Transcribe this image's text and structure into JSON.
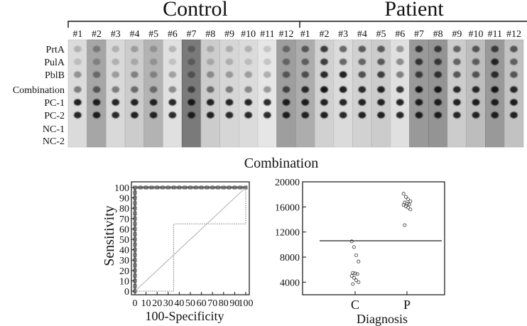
{
  "blot": {
    "groups": [
      {
        "label": "Control",
        "strips": [
          "#1",
          "#2",
          "#3",
          "#4",
          "#5",
          "#6",
          "#7",
          "#8",
          "#9",
          "#10",
          "#11",
          "#12"
        ]
      },
      {
        "label": "Patient",
        "strips": [
          "#1",
          "#2",
          "#3",
          "#4",
          "#5",
          "#6",
          "#7",
          "#8",
          "#9",
          "#10",
          "#11",
          "#12"
        ]
      }
    ],
    "rows": [
      "PrtA",
      "PulA",
      "PblB",
      "Combination",
      "PC-1",
      "PC-2",
      "NC-1",
      "NC-2"
    ],
    "strip_shades": {
      "control": [
        0.86,
        0.65,
        0.85,
        0.8,
        0.7,
        0.88,
        0.48,
        0.8,
        0.84,
        0.86,
        0.9,
        0.62
      ],
      "patient": [
        0.68,
        0.82,
        0.86,
        0.82,
        0.8,
        0.88,
        0.6,
        0.58,
        0.8,
        0.74,
        0.6,
        0.76
      ]
    },
    "dot_intensity": {
      "control": [
        [
          0.2,
          0.3,
          0.2,
          0.25,
          0.2,
          0.2,
          0.3,
          0.2,
          0.2,
          0.2,
          0.15,
          0.4
        ],
        [
          0.15,
          0.25,
          0.2,
          0.2,
          0.2,
          0.15,
          0.3,
          0.2,
          0.2,
          0.15,
          0.15,
          0.4
        ],
        [
          0.35,
          0.4,
          0.3,
          0.4,
          0.3,
          0.3,
          0.4,
          0.35,
          0.3,
          0.3,
          0.25,
          0.5
        ],
        [
          0.45,
          0.55,
          0.45,
          0.5,
          0.45,
          0.4,
          0.55,
          0.5,
          0.45,
          0.4,
          0.35,
          0.65
        ],
        [
          0.9,
          0.9,
          0.88,
          0.9,
          0.88,
          0.85,
          0.9,
          0.9,
          0.88,
          0.88,
          0.85,
          0.9
        ],
        [
          0.88,
          0.88,
          0.86,
          0.88,
          0.86,
          0.84,
          0.88,
          0.88,
          0.86,
          0.86,
          0.84,
          0.88
        ],
        [
          0,
          0,
          0,
          0,
          0,
          0,
          0,
          0,
          0,
          0,
          0,
          0
        ],
        [
          0,
          0,
          0,
          0,
          0,
          0,
          0,
          0,
          0,
          0,
          0,
          0
        ]
      ],
      "patient": [
        [
          0.55,
          0.75,
          0.55,
          0.6,
          0.6,
          0.35,
          0.75,
          0.7,
          0.55,
          0.6,
          0.7,
          0.6
        ],
        [
          0.5,
          0.75,
          0.55,
          0.55,
          0.6,
          0.4,
          0.75,
          0.7,
          0.55,
          0.55,
          0.85,
          0.55
        ],
        [
          0.6,
          0.85,
          0.9,
          0.65,
          0.75,
          0.45,
          0.7,
          0.75,
          0.6,
          0.6,
          0.8,
          0.6
        ],
        [
          0.85,
          0.95,
          0.9,
          0.85,
          0.9,
          0.8,
          0.95,
          0.95,
          0.85,
          0.85,
          0.95,
          0.85
        ],
        [
          0.9,
          0.9,
          0.88,
          0.9,
          0.9,
          0.88,
          0.9,
          0.9,
          0.88,
          0.9,
          0.9,
          0.9
        ],
        [
          0.88,
          0.88,
          0.86,
          0.88,
          0.88,
          0.86,
          0.88,
          0.88,
          0.86,
          0.88,
          0.88,
          0.88
        ],
        [
          0,
          0,
          0,
          0,
          0,
          0,
          0,
          0,
          0,
          0,
          0,
          0
        ],
        [
          0,
          0,
          0,
          0,
          0,
          0,
          0,
          0,
          0,
          0,
          0,
          0
        ]
      ]
    }
  },
  "panel_title": "Combination",
  "chart_data": [
    {
      "type": "line",
      "xlabel": "100-Specificity",
      "ylabel": "Sensitivity",
      "xlim": [
        0,
        100
      ],
      "ylim": [
        0,
        100
      ],
      "xticks": [
        0,
        10,
        20,
        30,
        40,
        50,
        60,
        70,
        80,
        90,
        100
      ],
      "yticks": [
        0,
        10,
        20,
        30,
        40,
        50,
        60,
        70,
        80,
        90,
        100
      ],
      "grid": false,
      "series": [
        {
          "style": "bold-square-markers",
          "x": [
            0,
            0,
            0,
            0,
            0,
            0,
            0,
            0,
            0,
            0,
            0,
            0,
            0,
            0,
            0,
            0,
            0,
            0,
            0,
            0,
            0,
            5,
            10,
            15,
            20,
            25,
            30,
            35,
            40,
            45,
            50,
            55,
            60,
            65,
            70,
            75,
            80,
            85,
            90,
            95,
            100
          ],
          "y": [
            0,
            5,
            10,
            15,
            20,
            25,
            30,
            35,
            40,
            45,
            50,
            55,
            60,
            65,
            70,
            75,
            80,
            85,
            90,
            95,
            100,
            100,
            100,
            100,
            100,
            100,
            100,
            100,
            100,
            100,
            100,
            100,
            100,
            100,
            100,
            100,
            100,
            100,
            100,
            100,
            100
          ]
        },
        {
          "style": "dotted-confidence",
          "x": [
            0,
            35,
            35,
            100,
            100
          ],
          "y": [
            0,
            0,
            65,
            65,
            100
          ]
        },
        {
          "style": "dotted-confidence",
          "x": [
            0,
            0,
            100
          ],
          "y": [
            0,
            100,
            100
          ]
        },
        {
          "style": "diagonal-reference",
          "x": [
            0,
            100
          ],
          "y": [
            0,
            100
          ]
        }
      ]
    },
    {
      "type": "scatter",
      "xlabel": "Diagnosis",
      "ylabel": "",
      "categories": [
        "C",
        "P"
      ],
      "ylim": [
        2000,
        20000
      ],
      "yticks": [
        4000,
        8000,
        12000,
        16000,
        20000
      ],
      "cutoff": 10600,
      "grid": false,
      "series": [
        {
          "category": "C",
          "values": [
            10500,
            9600,
            8300,
            7300,
            5500,
            5400,
            5300,
            5000,
            4700,
            4300,
            4000,
            3700
          ]
        },
        {
          "category": "P",
          "values": [
            18100,
            17600,
            17200,
            16900,
            16700,
            16500,
            16400,
            16300,
            16100,
            15900,
            15600,
            13100
          ]
        }
      ]
    }
  ]
}
